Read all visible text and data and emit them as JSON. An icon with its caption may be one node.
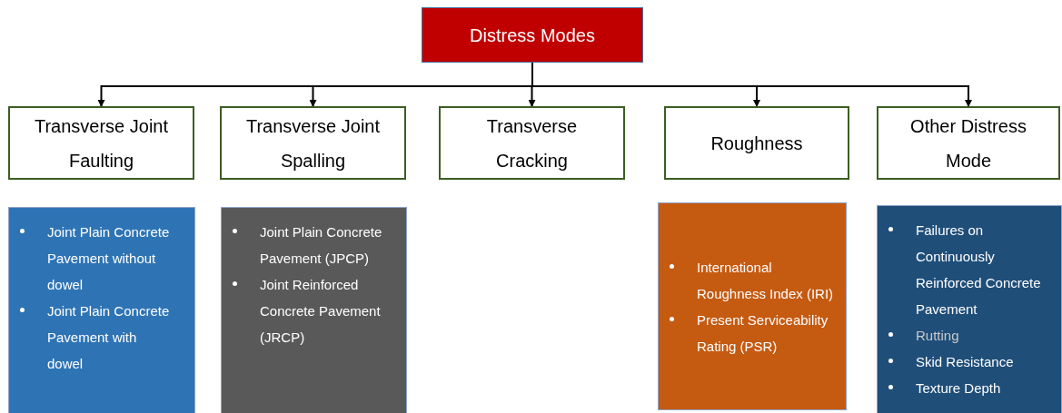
{
  "diagram": {
    "nodes": [
      {
        "text": [
          "Distress Modes"
        ]
      },
      {
        "text": [
          "Transverse Joint Faulting"
        ]
      },
      {
        "text": [
          "Transverse Joint Spalling"
        ]
      },
      {
        "text": [
          "Transverse Cracking"
        ]
      },
      {
        "text": [
          "Roughness"
        ]
      },
      {
        "text": [
          "Other Distress Mode"
        ]
      },
      {
        "text": [
          "Joint Plain Concrete Pavement without dowel",
          "Joint Plain Concrete Pavement with dowel"
        ]
      },
      {
        "text": [
          "Joint Plain Concrete Pavement (JPCP)",
          "Joint Reinforced Concrete Pavement (JRCP)"
        ]
      },
      {
        "text": [
          "International Roughness Index (IRI)",
          "Present Serviceability Rating (PSR)"
        ]
      },
      {
        "text": [
          "Failures on Continuously Reinforced Concrete Pavement",
          "Rutting",
          "Skid Resistance",
          "Texture Depth"
        ]
      }
    ],
    "edges": [
      {
        "from": 0,
        "to": 1,
        "arrow": "to"
      },
      {
        "from": 0,
        "to": 2,
        "arrow": "to"
      },
      {
        "from": 0,
        "to": 3,
        "arrow": "to"
      },
      {
        "from": 0,
        "to": 4,
        "arrow": "to"
      },
      {
        "from": 0,
        "to": 5,
        "arrow": "to"
      }
    ]
  }
}
